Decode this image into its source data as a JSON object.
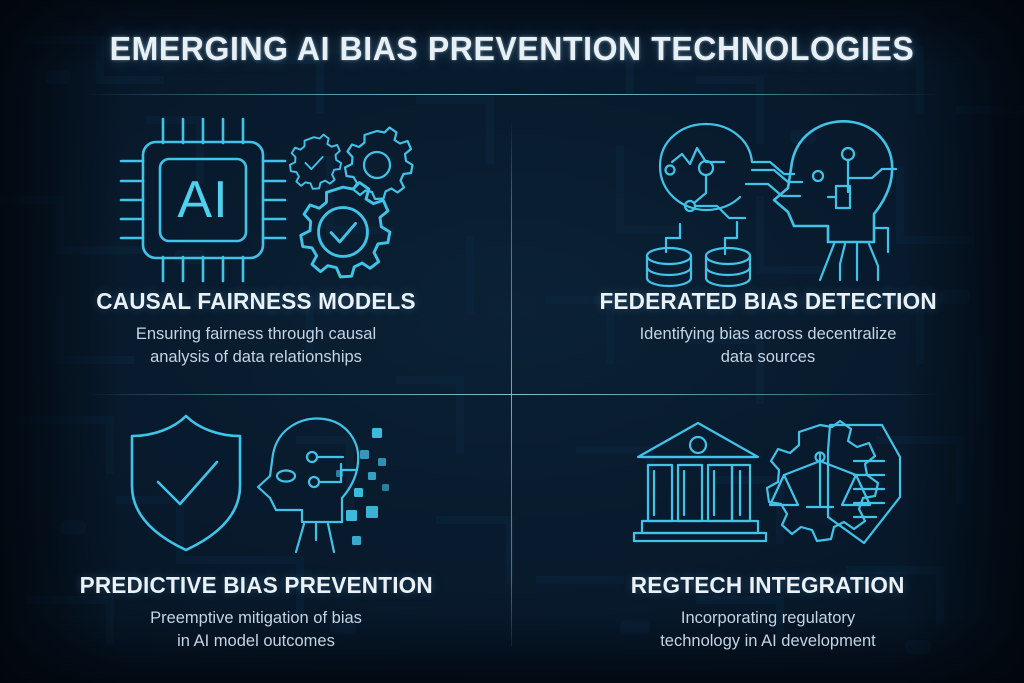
{
  "header": {
    "title": "EMERGING AI BIAS PREVENTION TECHNOLOGIES"
  },
  "theme": {
    "background": "#07182a",
    "accent": "#3fc3e8",
    "title_color": "#e8eff5",
    "body_text_color": "#c3d4e2",
    "divider_color": "#6eb9d7"
  },
  "cards": [
    {
      "id": "causal-fairness-models",
      "title": "CAUSAL FAIRNESS MODELS",
      "desc_line1": "Ensuring fairness through causal",
      "desc_line2": "analysis of data relationships",
      "icon_name": "ai-chip-gears-icon",
      "icon_label": "AI",
      "icon_parts": [
        "ai-chip",
        "small-gear-check",
        "medium-gear",
        "large-gear-check"
      ]
    },
    {
      "id": "federated-bias-detection",
      "title": "FEDERATED BIAS DETECTION",
      "desc_line1": "Identifying bias across decentralize",
      "desc_line2": "data sources",
      "icon_name": "network-brain-database-head-icon",
      "icon_label": "",
      "icon_parts": [
        "circuit-brain",
        "database-cylinder",
        "database-cylinder",
        "circuit-head-profile"
      ]
    },
    {
      "id": "predictive-bias-prevention",
      "title": "PREDICTIVE BIAS PREVENTION",
      "desc_line1": "Preemptive mitigation of bias",
      "desc_line2": "in AI model outcomes",
      "icon_name": "shield-check-head-pixels-icon",
      "icon_label": "",
      "icon_parts": [
        "shield-check",
        "circuit-head-profile",
        "dissolving-pixels"
      ]
    },
    {
      "id": "regtech-integration",
      "title": "REGTECH INTEGRATION",
      "desc_line1": "Incorporating regulatory",
      "desc_line2": "technology in AI development",
      "icon_name": "courthouse-scales-gear-shield-icon",
      "icon_label": "",
      "icon_parts": [
        "courthouse-columns",
        "gear-with-scales",
        "hex-shield-document"
      ]
    }
  ]
}
